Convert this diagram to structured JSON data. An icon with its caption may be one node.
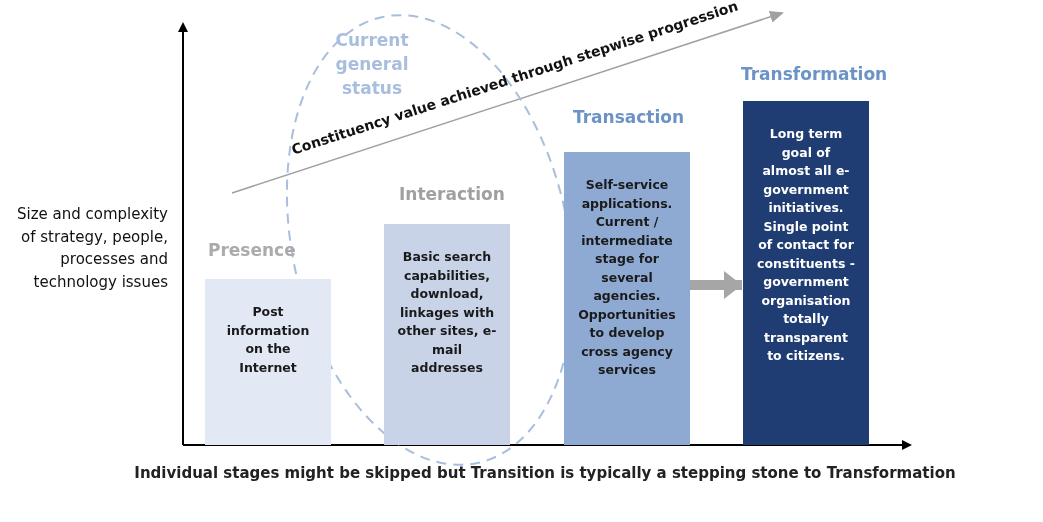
{
  "diagram": {
    "caption": "Individual stages might be skipped but **Transition** is typically a stepping stone to **Transformation**",
    "nodes": [
      {
        "text": [
          "Presence",
          "Post information on the Internet"
        ]
      },
      {
        "text": [
          "Interaction",
          "Basic search capabilities, download, linkages with other sites, e-mail addresses"
        ]
      },
      {
        "text": [
          "Transaction",
          "Self-service applications. Current / intermediate stage for several agencies. Opportunities to develop cross agency services"
        ]
      },
      {
        "text": [
          "Transformation",
          "Long term goal of almost all e-government initiatives. Single point of contact for constituents - government organisation totally transparent to citizens."
        ]
      },
      {
        "text": [
          "Current general status"
        ]
      }
    ],
    "edges": [
      {
        "from": 2,
        "to": 3,
        "arrow": "to",
        "color": "#a6a6a6"
      }
    ],
    "labels": [
      "Constituency value achieved through stepwise progression",
      "Size and complexity of strategy, people, processes and technology issues"
    ]
  }
}
